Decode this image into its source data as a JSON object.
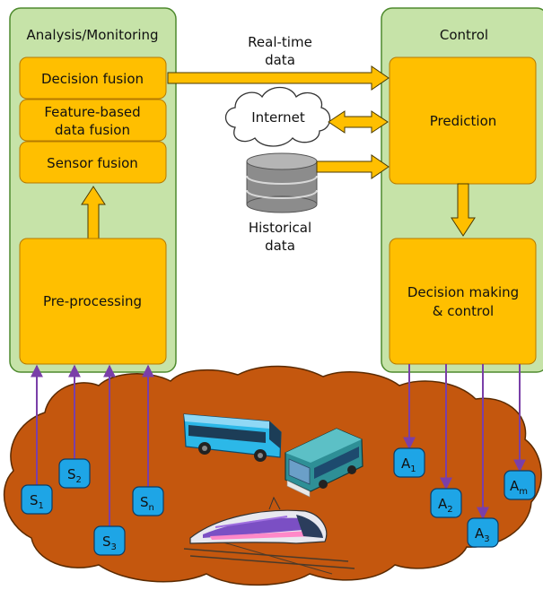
{
  "panels": {
    "analysis": {
      "title": "Analysis/Monitoring",
      "decision_fusion": "Decision fusion",
      "feature_fusion_line1": "Feature-based",
      "feature_fusion_line2": "data fusion",
      "sensor_fusion": "Sensor fusion",
      "preprocessing": "Pre-processing"
    },
    "control": {
      "title": "Control",
      "prediction": "Prediction",
      "decision_line1": "Decision making",
      "decision_line2": "& control"
    }
  },
  "middle": {
    "realtime_line1": "Real-time",
    "realtime_line2": "data",
    "internet": "Internet",
    "historical_line1": "Historical",
    "historical_line2": "data"
  },
  "sensors": [
    {
      "base": "S",
      "sub": "1"
    },
    {
      "base": "S",
      "sub": "2"
    },
    {
      "base": "S",
      "sub": "3"
    },
    {
      "base": "S",
      "sub": "n"
    }
  ],
  "actuators": [
    {
      "base": "A",
      "sub": "1"
    },
    {
      "base": "A",
      "sub": "2"
    },
    {
      "base": "A",
      "sub": "3"
    },
    {
      "base": "A",
      "sub": "m"
    }
  ],
  "colors": {
    "panel_fill": "#c6e3a8",
    "panel_stroke": "#4e8a2e",
    "box_fill": "#ffbf00",
    "box_stroke": "#b57a00",
    "ground_fill": "#c4570e",
    "node_fill": "#1ea5e6",
    "link_color": "#7a3fa8",
    "bus_blue": "#2cb8e8",
    "bus_teal": "#2e8f96"
  },
  "icons": [
    "cloud-icon",
    "database-icon",
    "bus-icon",
    "bus-icon",
    "train-icon"
  ]
}
